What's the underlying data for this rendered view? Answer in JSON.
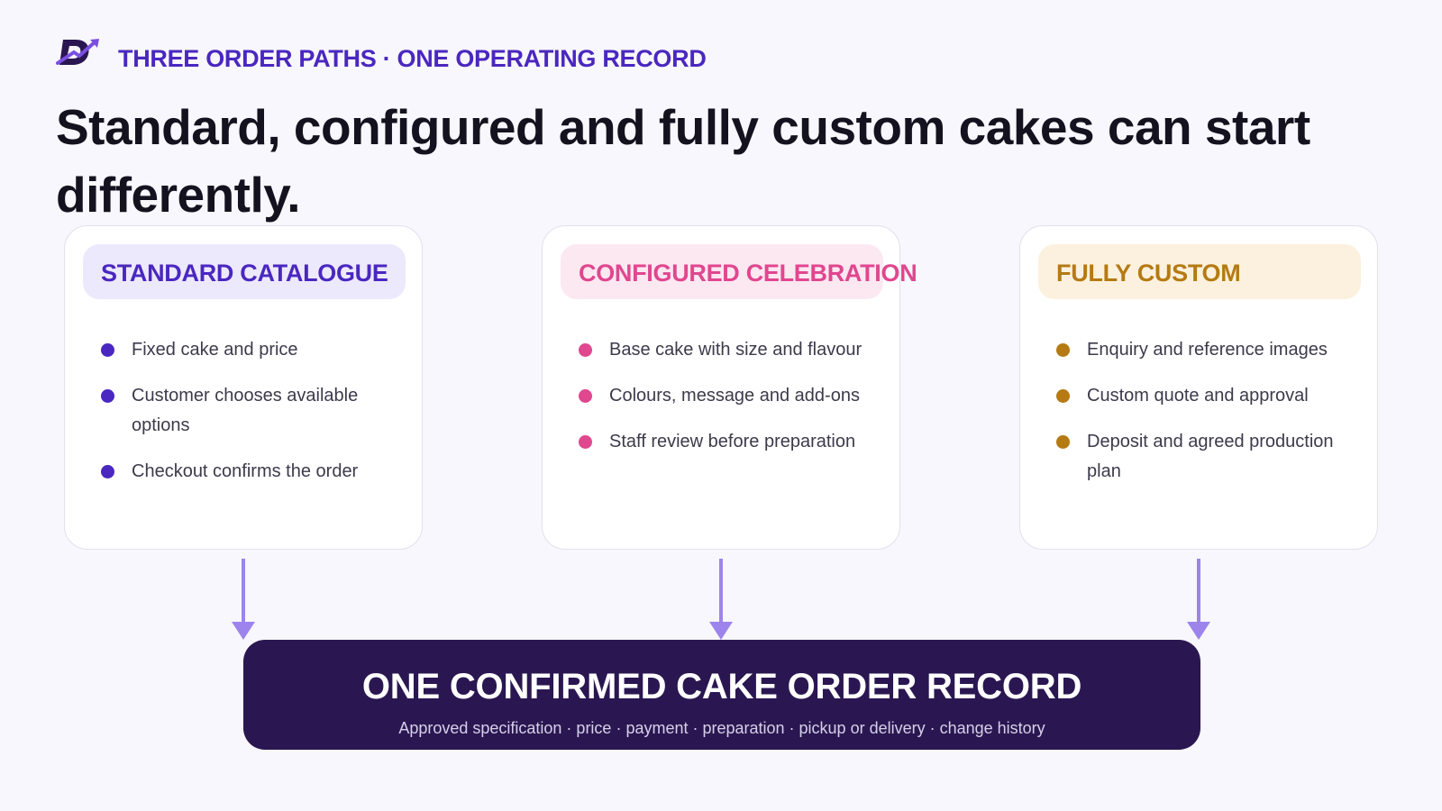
{
  "header": {
    "logo_icon": "brand-logo-icon",
    "eyebrow": "THREE ORDER PATHS · ONE OPERATING RECORD",
    "headline": "Standard, configured and fully custom cakes can start differently."
  },
  "colors": {
    "accent_purple": "#4a27c0",
    "accent_pink": "#e0478f",
    "accent_gold": "#b57a12",
    "arrow": "#9d84ec",
    "record_bg": "#2a1751"
  },
  "paths": [
    {
      "title": "STANDARD CATALOGUE",
      "items": [
        "Fixed cake and price",
        "Customer chooses available options",
        "Checkout confirms the order"
      ]
    },
    {
      "title": "CONFIGURED CELEBRATION",
      "items": [
        "Base cake with size and flavour",
        "Colours, message and add-ons",
        "Staff review before preparation"
      ]
    },
    {
      "title": "FULLY CUSTOM",
      "items": [
        "Enquiry and reference images",
        "Custom quote and approval",
        "Deposit and agreed production plan"
      ]
    }
  ],
  "record": {
    "title": "ONE CONFIRMED CAKE ORDER RECORD",
    "subtitle": "Approved specification · price · payment · preparation · pickup or delivery · change history"
  }
}
